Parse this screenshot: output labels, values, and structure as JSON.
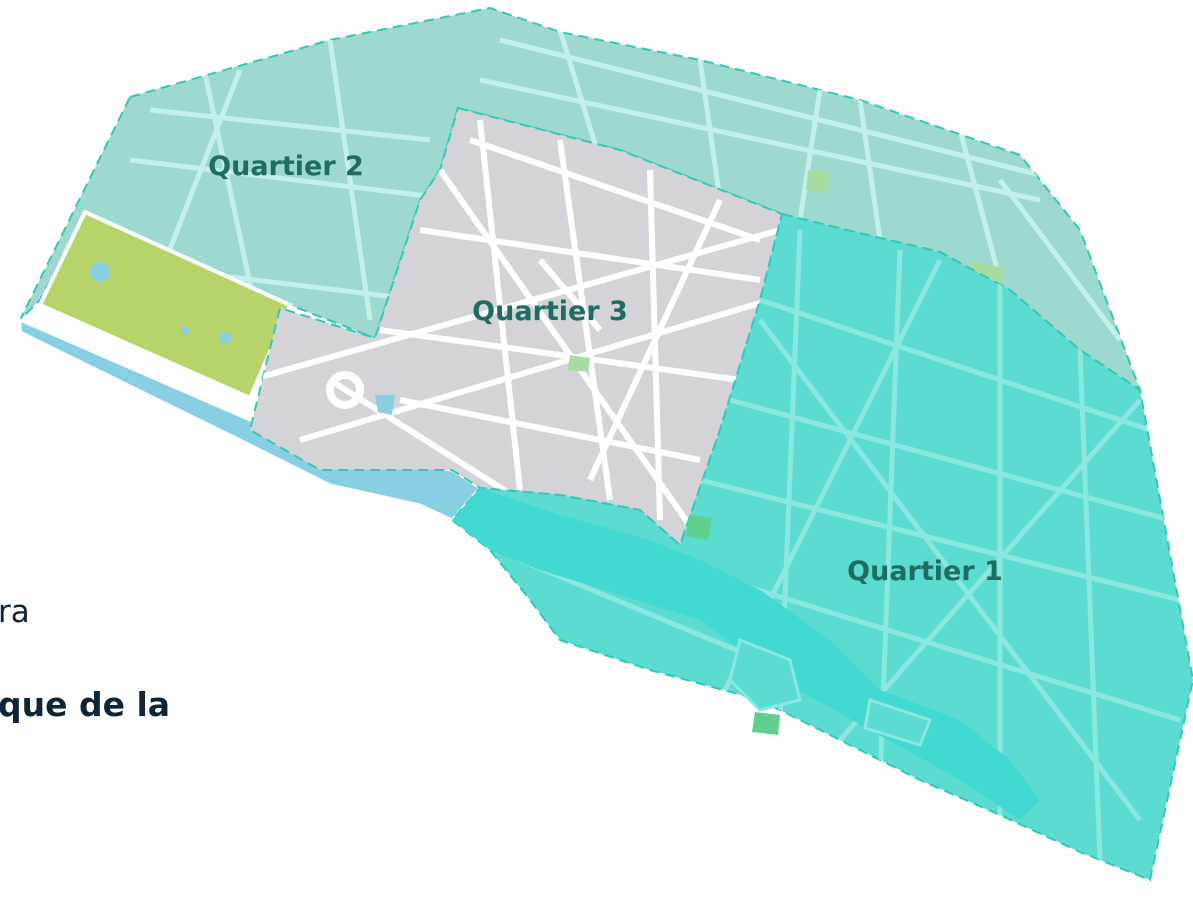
{
  "colors": {
    "quartier_1": "#5cdcd0",
    "quartier_2": "#9ed9d0",
    "quartier_3": "#d4d3d8",
    "park": "#b7d46b",
    "river": "#88cfe3",
    "river_east": "#43d9d3",
    "streets": "#ffffff",
    "outline": "#32c8b8",
    "label_text": "#1f6c62",
    "body_text": "#0f2436"
  },
  "districts": [
    {
      "id": "quartier-1",
      "label": "Quartier 1"
    },
    {
      "id": "quartier-2",
      "label": "Quartier 2"
    },
    {
      "id": "quartier-3",
      "label": "Quartier 3"
    }
  ],
  "side_text": {
    "line_a": "ra",
    "line_b": "que de la"
  }
}
